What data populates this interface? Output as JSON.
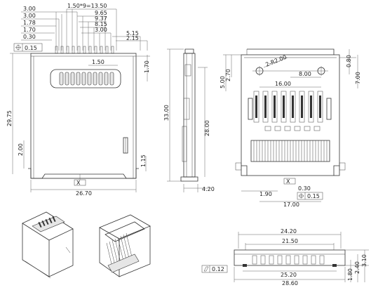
{
  "top_view": {
    "dims_top": [
      "1.50*9=13.50",
      "3.00",
      "3.00",
      "9.65",
      "1.78",
      "9.37",
      "1.70",
      "8.15",
      "0.30",
      "3.00",
      "5.15",
      "2.15"
    ],
    "position_tol": "0.15",
    "dim_1_50": "1.50",
    "dim_1_70": "1.70",
    "dim_29_75": "29.75",
    "dim_2_00": "2.00",
    "dim_1_15": "1.15",
    "dim_26_70": "26.70",
    "datum": "X"
  },
  "side_view": {
    "dim_33_00": "33.00",
    "dim_28_00": "28.00",
    "dim_4_20": "4.20"
  },
  "bottom_view": {
    "dim_2_r2": "2-R2.00",
    "dim_8_00": "8.00",
    "dim_16_00": "16.00",
    "dim_5_00": "5.00",
    "dim_2_70": "2.70",
    "dim_0_80": "0.80",
    "dim_7_00": "7.00",
    "dim_1_90": "1.90",
    "dim_17_00": "17.00",
    "dim_0_30": "0.30",
    "position_tol": "0.15",
    "datum": "X"
  },
  "front_view": {
    "dim_24_20": "24.20",
    "dim_21_50": "21.50",
    "dim_25_20": "25.20",
    "dim_28_60": "28.60",
    "dim_1_80": "1.80",
    "dim_2_40": "2.40",
    "dim_3_10": "3.10",
    "flatness": "0.12"
  }
}
